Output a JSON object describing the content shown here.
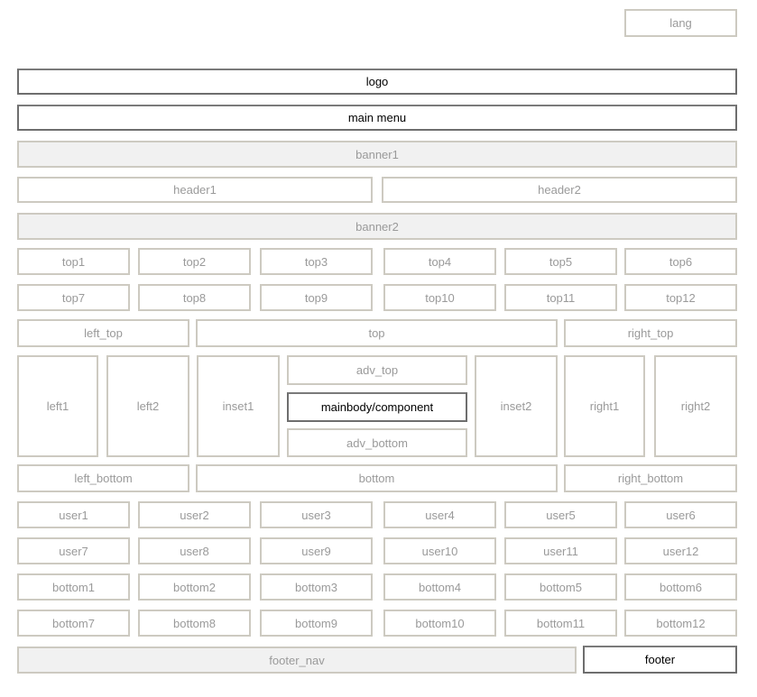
{
  "lang": "lang",
  "logo": "logo",
  "main_menu": "main menu",
  "banner1": "banner1",
  "header1": "header1",
  "header2": "header2",
  "banner2": "banner2",
  "top_row1": [
    "top1",
    "top2",
    "top3",
    "top4",
    "top5",
    "top6"
  ],
  "top_row2": [
    "top7",
    "top8",
    "top9",
    "top10",
    "top11",
    "top12"
  ],
  "left_top": "left_top",
  "top": "top",
  "right_top": "right_top",
  "left1": "left1",
  "left2": "left2",
  "inset1": "inset1",
  "adv_top": "adv_top",
  "mainbody": "mainbody/component",
  "adv_bottom": "adv_bottom",
  "inset2": "inset2",
  "right1": "right1",
  "right2": "right2",
  "left_bottom": "left_bottom",
  "bottom": "bottom",
  "right_bottom": "right_bottom",
  "user_row1": [
    "user1",
    "user2",
    "user3",
    "user4",
    "user5",
    "user6"
  ],
  "user_row2": [
    "user7",
    "user8",
    "user9",
    "user10",
    "user11",
    "user12"
  ],
  "bottom_row1": [
    "bottom1",
    "bottom2",
    "bottom3",
    "bottom4",
    "bottom5",
    "bottom6"
  ],
  "bottom_row2": [
    "bottom7",
    "bottom8",
    "bottom9",
    "bottom10",
    "bottom11",
    "bottom12"
  ],
  "footer_nav": "footer_nav",
  "footer": "footer"
}
